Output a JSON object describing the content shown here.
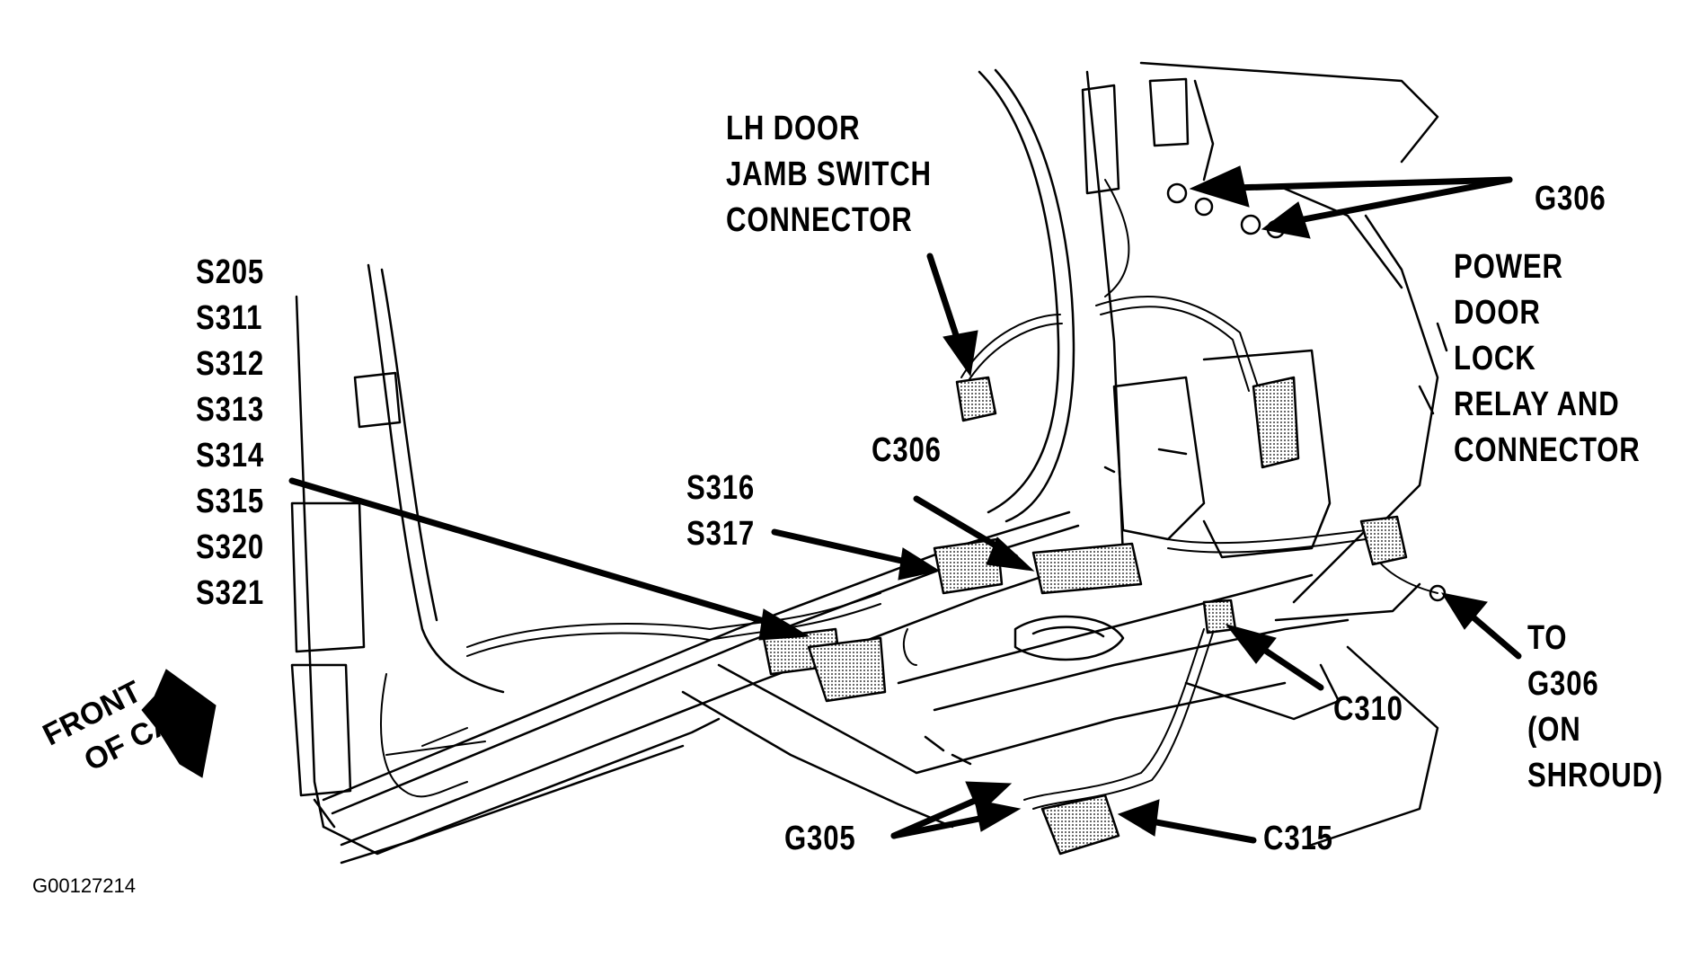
{
  "diagram": {
    "figure_id": "G00127214",
    "labels": {
      "lh_door_jamb": [
        "LH DOOR",
        "JAMB SWITCH",
        "CONNECTOR"
      ],
      "g306_top": "G306",
      "power_door_lock": [
        "POWER",
        "DOOR",
        "LOCK",
        "RELAY AND",
        "CONNECTOR"
      ],
      "splices_left": [
        "S205",
        "S311",
        "S312",
        "S313",
        "S314",
        "S315",
        "S320",
        "S321"
      ],
      "c306": "C306",
      "splices_center": [
        "S316",
        "S317"
      ],
      "c310": "C310",
      "to_g306": [
        "TO",
        "G306",
        "(ON",
        "SHROUD)"
      ],
      "g305": "G305",
      "c315": "C315",
      "front_of_car": [
        "FRONT",
        "OF CAR"
      ]
    },
    "colors": {
      "ink": "#000000",
      "paper": "#ffffff",
      "stipple": "#9a9a9a"
    }
  }
}
